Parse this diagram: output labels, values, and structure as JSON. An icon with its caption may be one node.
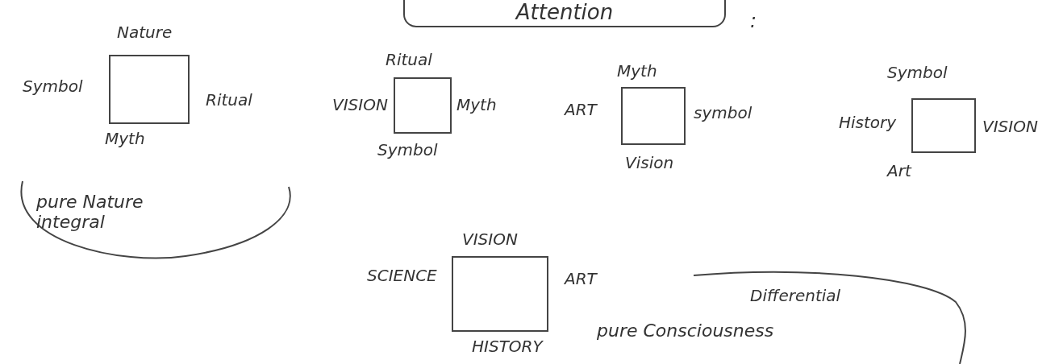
{
  "diagram": {
    "nodes": [
      {
        "text": [
          "Attention"
        ]
      },
      {
        "text": [],
        "shape": "box",
        "beside": [
          "Nature",
          "Symbol",
          "Ritual",
          "Myth"
        ]
      },
      {
        "text": [],
        "shape": "box",
        "beside": [
          "Ritual",
          "VISION",
          "Myth",
          "Symbol"
        ]
      },
      {
        "text": [],
        "shape": "box",
        "beside": [
          "Myth",
          "ART",
          "symbol",
          "Vision"
        ]
      },
      {
        "text": [],
        "shape": "box",
        "beside": [
          "Symbol",
          "History",
          "VISION",
          "Art"
        ]
      },
      {
        "text": [],
        "shape": "box",
        "beside": [
          "VISION",
          "SCIENCE",
          "ART",
          "HISTORY"
        ]
      }
    ],
    "edges": [],
    "labels": [
      ":",
      "pure Nature integral",
      "Differential",
      "pure Consciousness"
    ]
  }
}
